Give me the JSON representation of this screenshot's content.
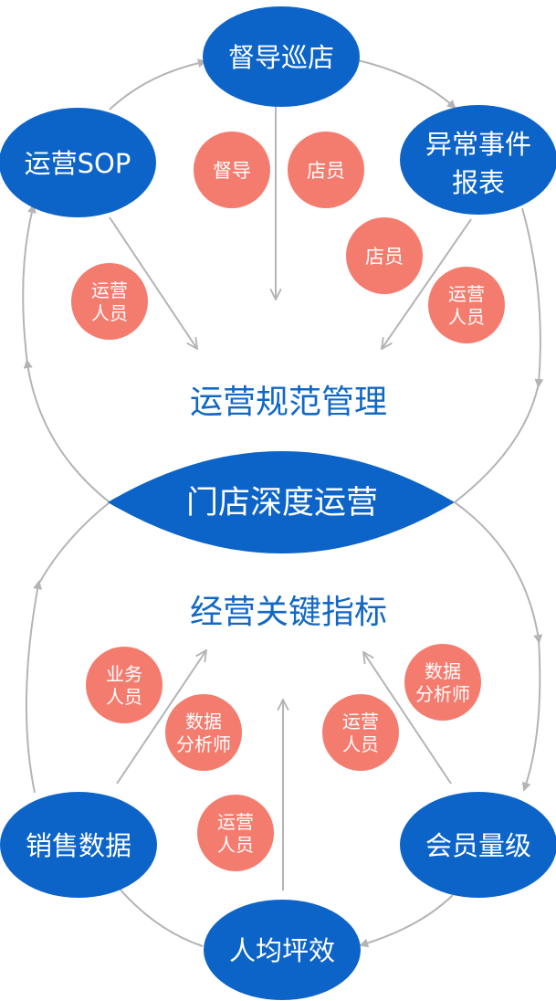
{
  "colors": {
    "node_blue": "#0d64c8",
    "badge_salmon": "#f47c6f",
    "arrow_gray": "#b4b4b4",
    "title_blue": "#1168c6",
    "center_text": "#ffffff"
  },
  "top_section": {
    "title": "运营规范管理",
    "nodes": {
      "supervision": "督导巡店",
      "operations_sop": "运营SOP",
      "anomaly_report": [
        "异常事件",
        "报表"
      ]
    },
    "badges": {
      "supervisor": "督导",
      "clerk_left": "店员",
      "clerk_right": "店员",
      "ops_staff_left": [
        "运营",
        "人员"
      ],
      "ops_staff_right": [
        "运营",
        "人员"
      ]
    }
  },
  "center": {
    "label": "门店深度运营"
  },
  "bottom_section": {
    "title": "经营关键指标",
    "nodes": {
      "sales_data": "销售数据",
      "per_sqm_efficiency": "人均坪效",
      "membership_level": "会员量级"
    },
    "badges": {
      "business_staff": [
        "业务",
        "人员"
      ],
      "data_analyst_left": [
        "数据",
        "分析师"
      ],
      "ops_staff_bottom": [
        "运营",
        "人员"
      ],
      "ops_staff_mid_right": [
        "运营",
        "人员"
      ],
      "data_analyst_right": [
        "数据",
        "分析师"
      ]
    }
  }
}
